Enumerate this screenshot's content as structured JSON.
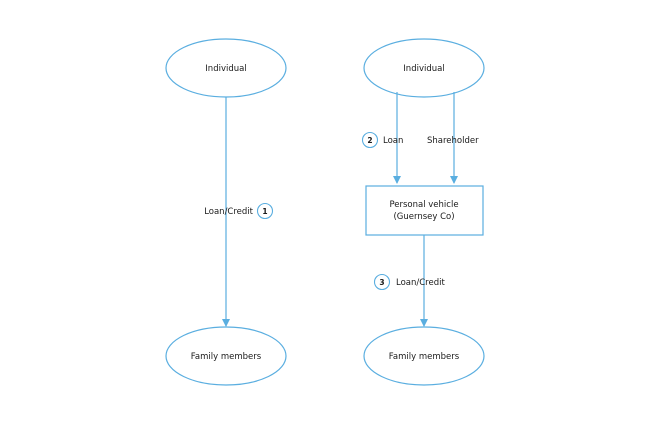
{
  "diagram": {
    "colors": {
      "stroke": "#5aaee0",
      "text": "#1a1a1a",
      "background": "#ffffff"
    },
    "left": {
      "top_node": "Individual",
      "edge_label": "Loan/Credit",
      "edge_number": "1",
      "bottom_node": "Family members"
    },
    "right": {
      "top_node": "Individual",
      "loan_label": "Loan",
      "loan_number": "2",
      "shareholder_label": "Shareholder",
      "vehicle_line1": "Personal vehicle",
      "vehicle_line2": "(Guernsey Co)",
      "edge_label": "Loan/Credit",
      "edge_number": "3",
      "bottom_node": "Family members"
    }
  }
}
